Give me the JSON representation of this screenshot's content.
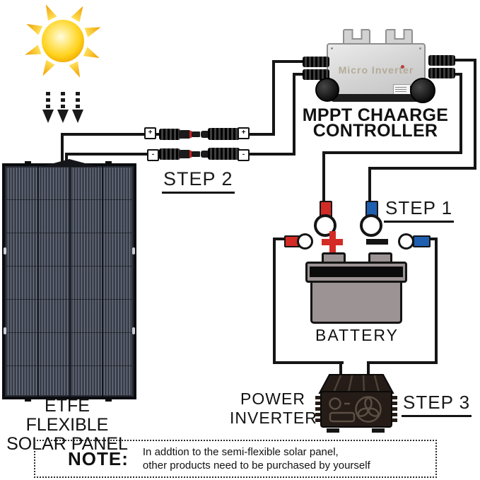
{
  "controller": {
    "line1": "MPPT CHAARGE",
    "line2": "CONTROLLER"
  },
  "steps": {
    "step1": "STEP 1",
    "step2": "STEP 2",
    "step3": "STEP 3"
  },
  "devices": {
    "micro_inverter_label": "Micro Inverter",
    "battery_label": "BATTERY",
    "power_inverter_line1": "POWER",
    "power_inverter_line2": "INVERTER",
    "panel_line1": "ETFE FLEXIBLE",
    "panel_line2": "SOLAR PANEL"
  },
  "connector_tags": {
    "positive": "+",
    "negative": "-"
  },
  "battery_markers": {
    "positive": "+",
    "negative": "−"
  },
  "note": {
    "heading": "NOTE:",
    "line1": "In addtion to the semi-flexible solar panel,",
    "line2": "other products need to be purchased by yourself"
  },
  "colors": {
    "wire": "#151515",
    "positive_red": "#d32b25",
    "negative_blue": "#1e5fb0",
    "sun_gold": "#f2a900",
    "battery_gray": "#9c9394",
    "panel_dark": "#3a3f4b",
    "inverter_silver": "#d9d9d9",
    "power_inverter_black": "#251c17"
  }
}
